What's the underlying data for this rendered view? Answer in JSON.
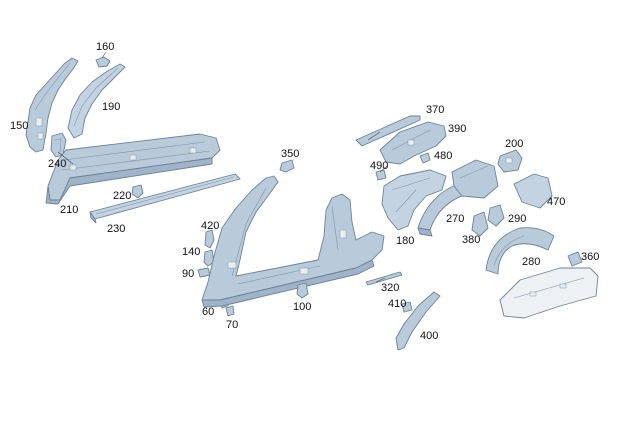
{
  "colors": {
    "part_fill": "#b9cadb",
    "part_shade": "#9fb4c8",
    "part_light": "#dbe5ee",
    "pale_part": "#eef1f4"
  },
  "callouts": [
    {
      "id": "160",
      "label": "160"
    },
    {
      "id": "190",
      "label": "190"
    },
    {
      "id": "150",
      "label": "150"
    },
    {
      "id": "240",
      "label": "240"
    },
    {
      "id": "210",
      "label": "210"
    },
    {
      "id": "220",
      "label": "220"
    },
    {
      "id": "230",
      "label": "230"
    },
    {
      "id": "350",
      "label": "350"
    },
    {
      "id": "420",
      "label": "420"
    },
    {
      "id": "140",
      "label": "140"
    },
    {
      "id": "90",
      "label": "90"
    },
    {
      "id": "60",
      "label": "60"
    },
    {
      "id": "70",
      "label": "70"
    },
    {
      "id": "100",
      "label": "100"
    },
    {
      "id": "370",
      "label": "370"
    },
    {
      "id": "390",
      "label": "390"
    },
    {
      "id": "490",
      "label": "490"
    },
    {
      "id": "480",
      "label": "480"
    },
    {
      "id": "200",
      "label": "200"
    },
    {
      "id": "470",
      "label": "470"
    },
    {
      "id": "270",
      "label": "270"
    },
    {
      "id": "290",
      "label": "290"
    },
    {
      "id": "180",
      "label": "180"
    },
    {
      "id": "380",
      "label": "380"
    },
    {
      "id": "280",
      "label": "280"
    },
    {
      "id": "360",
      "label": "360"
    },
    {
      "id": "320",
      "label": "320"
    },
    {
      "id": "410",
      "label": "410"
    },
    {
      "id": "400",
      "label": "400"
    }
  ]
}
